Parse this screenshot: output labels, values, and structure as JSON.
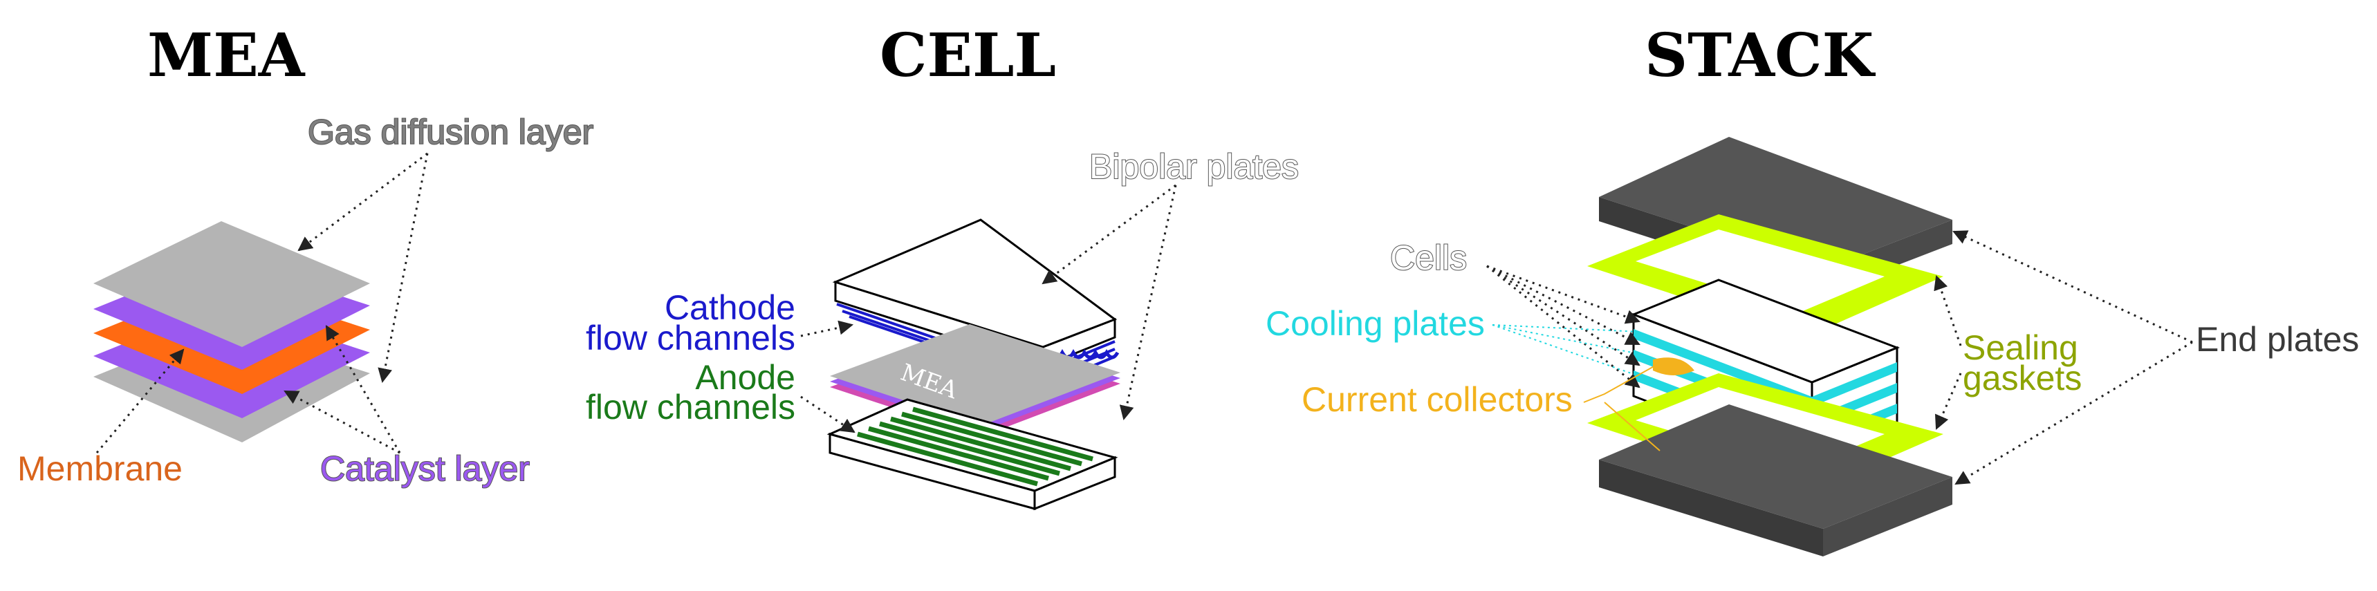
{
  "titles": {
    "mea": "MEA",
    "cell": "CELL",
    "stack": "STACK"
  },
  "mea": {
    "gas_diffusion_layer": "Gas diffusion layer",
    "membrane": "Membrane",
    "catalyst_layer": "Catalyst layer"
  },
  "cell": {
    "bipolar_plates": "Bipolar plates",
    "cathode_line1": "Cathode",
    "cathode_line2": "flow channels",
    "anode_line1": "Anode",
    "anode_line2": "flow channels",
    "mea_label": "MEA"
  },
  "stack": {
    "cells": "Cells",
    "cooling_plates": "Cooling plates",
    "current_collectors": "Current collectors",
    "sealing_line1": "Sealing",
    "sealing_line2": "gaskets",
    "end_plates": "End plates"
  },
  "colors": {
    "gdl": "#b4b4b4",
    "catalyst": "#9b59f0",
    "membrane": "#ff6a12",
    "cathode": "#1a1acc",
    "anode": "#1a7a1a",
    "cooling": "#22d8e0",
    "collector": "#f3b21d",
    "gasket": "#ccff00",
    "end_plate": "#555555",
    "bipolar_label": "#ffffff",
    "cells_label": "#ffffff",
    "gdl_label": "#7f7f7f",
    "membrane_label": "#d9641c",
    "catalyst_label": "#9b59f0",
    "sealing_label": "#8da400",
    "end_label": "#3a3a3a"
  }
}
